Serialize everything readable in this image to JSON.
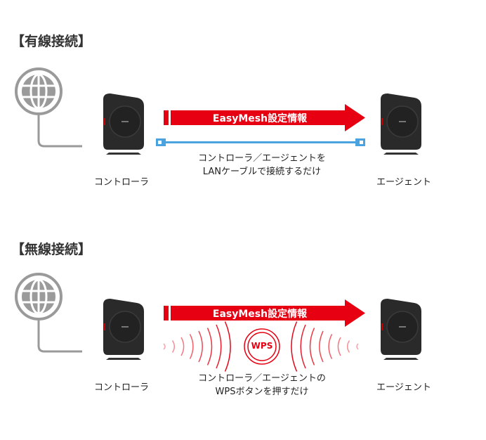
{
  "wired": {
    "title": "【有線接続】",
    "arrow": "EasyMesh設定情報",
    "caption1": "コントローラ／エージェントを",
    "caption2": "LANケーブルで接続するだけ",
    "controller": "コントローラ",
    "agent": "エージェント"
  },
  "wireless": {
    "title": "【無線接続】",
    "arrow": "EasyMesh設定情報",
    "wps": "WPS",
    "caption1": "コントローラ／エージェントの",
    "caption2": "WPSボタンを押すだけ",
    "controller": "コントローラ",
    "agent": "エージェント"
  },
  "colors": {
    "red": "#e60012",
    "blue": "#4aa3df",
    "gray": "#999999",
    "router": "#2a2a2a"
  }
}
